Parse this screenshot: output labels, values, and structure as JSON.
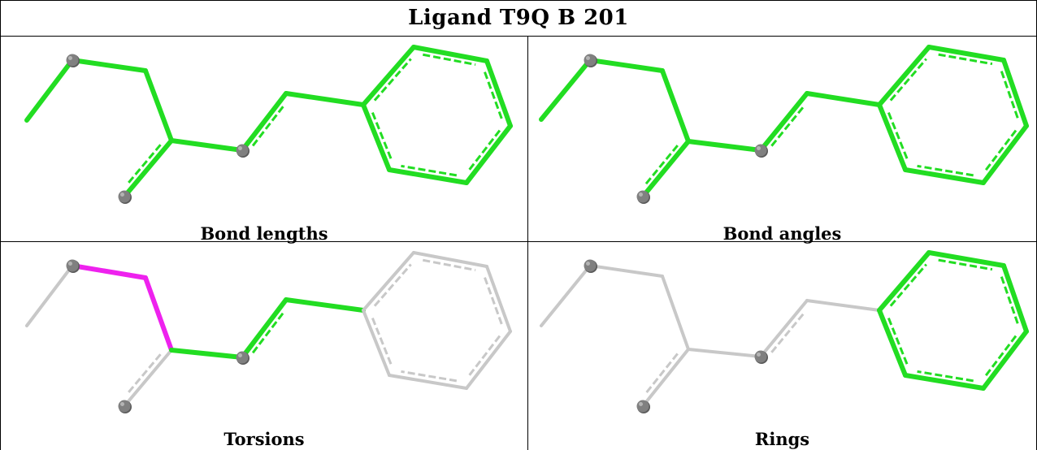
{
  "title": "Ligand T9Q B 201",
  "panels": [
    {
      "id": "bond-lengths",
      "caption": "Bond lengths",
      "styles": {
        "b01": "g",
        "b12": "g",
        "b23": "g",
        "b34": "gd",
        "b35": "g",
        "b56": "gd",
        "b67": "g",
        "b78": "g",
        "ring": "gd"
      }
    },
    {
      "id": "bond-angles",
      "caption": "Bond angles",
      "styles": {
        "b01": "g",
        "b12": "g",
        "b23": "g",
        "b34": "gd",
        "b35": "g",
        "b56": "gd",
        "b67": "g",
        "b78": "g",
        "ring": "gd"
      }
    },
    {
      "id": "torsions",
      "caption": "Torsions",
      "styles": {
        "b01": "s",
        "b12": "m",
        "b23": "m",
        "b34": "sd",
        "b35": "g",
        "b56": "gd",
        "b67": "g",
        "b78": "g",
        "ring": "sd"
      }
    },
    {
      "id": "rings",
      "caption": "Rings",
      "styles": {
        "b01": "s",
        "b12": "s",
        "b23": "s",
        "b34": "sd",
        "b35": "s",
        "b56": "sd",
        "b67": "s",
        "b78": "s",
        "ring": "gd"
      }
    }
  ],
  "colors": {
    "green": "#22dd22",
    "magenta": "#ee22ee",
    "silver": "#c8c8c8",
    "atom": "#808080"
  }
}
